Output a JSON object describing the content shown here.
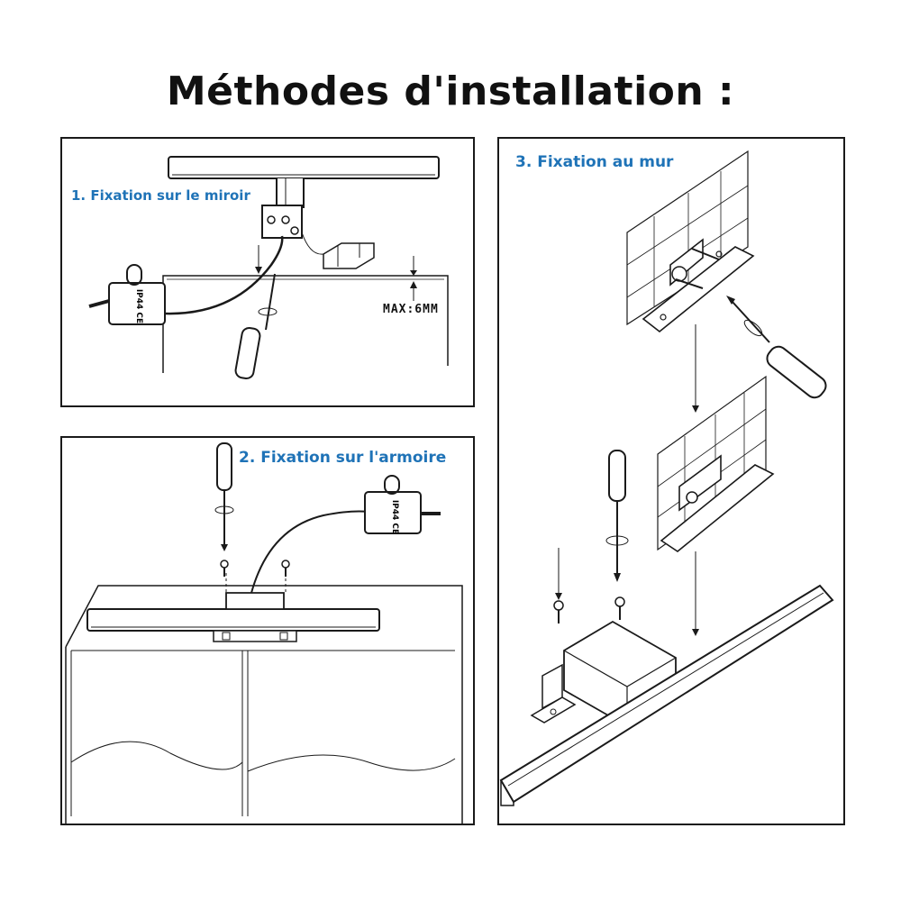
{
  "title": "Méthodes d'installation :",
  "panels": {
    "mirror": {
      "step_label": "1. Fixation sur le miroir",
      "max_label": "MAX:6MM",
      "driver_text": "IP44 CE"
    },
    "cabinet": {
      "step_label": "2. Fixation sur l'armoire",
      "driver_text": "IP44 CE"
    },
    "wall": {
      "step_label": "3. Fixation au mur"
    }
  },
  "colors": {
    "accent": "#1f73b7",
    "line": "#1a1a1a"
  }
}
